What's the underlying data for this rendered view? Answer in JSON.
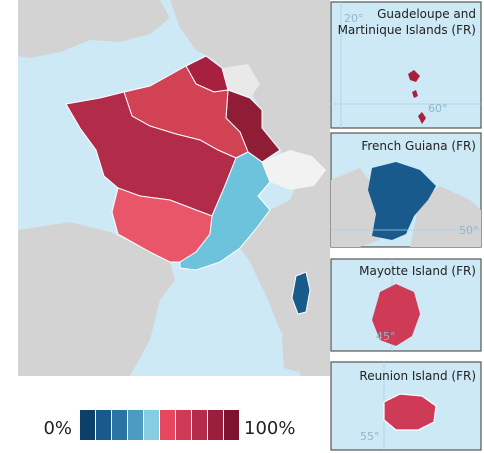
{
  "legend": {
    "min_label": "0%",
    "max_label": "100%",
    "scale_colors": [
      "#0d3f6b",
      "#195a8c",
      "#2a74a3",
      "#4d9bc3",
      "#86cde2",
      "#e8485f",
      "#cf3a57",
      "#b52c4a",
      "#9a1f3c",
      "#7e1330"
    ]
  },
  "insets": [
    {
      "title_lines": [
        "Guadeloupe and",
        "Martinique Islands (FR)"
      ],
      "graticule": [
        "20°",
        "60°"
      ]
    },
    {
      "title_lines": [
        "French Guiana (FR)"
      ],
      "graticule": [
        "50°"
      ]
    },
    {
      "title_lines": [
        "Mayotte Island (FR)"
      ],
      "graticule": [
        "45°"
      ]
    },
    {
      "title_lines": [
        "Reunion Island (FR)"
      ],
      "graticule": [
        "55°"
      ]
    }
  ],
  "colors": {
    "sea": "#cde9f6",
    "land_gray": "#d3d3d3",
    "land_light": "#e9e9e9",
    "border": "#ffffff",
    "inset_frame": "#555555"
  }
}
